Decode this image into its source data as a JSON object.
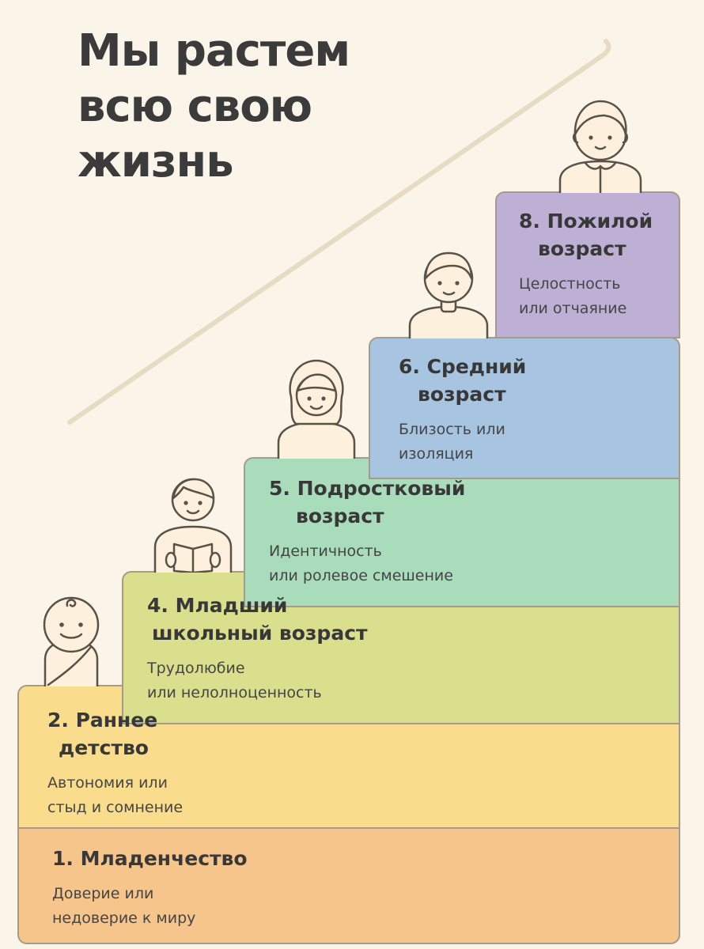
{
  "title": [
    "Мы растем",
    "всю свою",
    "жизнь"
  ],
  "stages": [
    {
      "title": [
        "1. Младенчество"
      ],
      "desc": [
        "Доверие или",
        "недоверие к миру"
      ],
      "color": "#f5c58b"
    },
    {
      "title": [
        "2. Раннее",
        "детство"
      ],
      "desc": [
        "Автономия или",
        "стыд и сомнение"
      ],
      "color": "#f9dd8c"
    },
    {
      "title": [
        "4. Младший",
        "школьный возраст"
      ],
      "desc": [
        "Трудолюбие",
        "или нелолноценность"
      ],
      "color": "#d9df8c"
    },
    {
      "title": [
        "5. Подростковый",
        "возраст"
      ],
      "desc": [
        "Идентичность",
        "или ролевое смешение"
      ],
      "color": "#a9dcbb"
    },
    {
      "title": [
        "6. Средний",
        "возраст"
      ],
      "desc": [
        "Близость или",
        "изоляция"
      ],
      "color": "#a7c4e0"
    },
    {
      "title": [
        "8. Пожилой",
        "возраст"
      ],
      "desc": [
        "Целостность",
        "или отчаяние"
      ],
      "color": "#bdb0d4"
    }
  ],
  "figures": [
    {
      "icon": "baby-icon"
    },
    {
      "icon": "child-reading-icon"
    },
    {
      "icon": "teen-girl-icon"
    },
    {
      "icon": "adult-man-icon"
    },
    {
      "icon": "elderly-person-icon"
    }
  ]
}
